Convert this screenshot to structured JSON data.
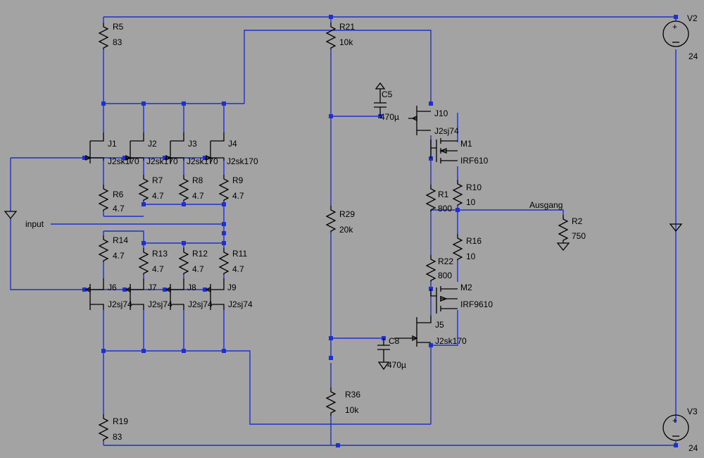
{
  "colors": {
    "background": "#a3a3a3",
    "wire": "#1f2fd0",
    "component": "#000000"
  },
  "components": [
    {
      "id": "R5",
      "type": "resistor",
      "name": "R5",
      "value": "83"
    },
    {
      "id": "R19",
      "type": "resistor",
      "name": "R19",
      "value": "83"
    },
    {
      "id": "R6",
      "type": "resistor",
      "name": "R6",
      "value": "4.7"
    },
    {
      "id": "R7",
      "type": "resistor",
      "name": "R7",
      "value": "4.7"
    },
    {
      "id": "R8",
      "type": "resistor",
      "name": "R8",
      "value": "4.7"
    },
    {
      "id": "R9",
      "type": "resistor",
      "name": "R9",
      "value": "4.7"
    },
    {
      "id": "R14",
      "type": "resistor",
      "name": "R14",
      "value": "4.7"
    },
    {
      "id": "R13",
      "type": "resistor",
      "name": "R13",
      "value": "4.7"
    },
    {
      "id": "R12",
      "type": "resistor",
      "name": "R12",
      "value": "4.7"
    },
    {
      "id": "R11",
      "type": "resistor",
      "name": "R11",
      "value": "4.7"
    },
    {
      "id": "R21",
      "type": "resistor",
      "name": "R21",
      "value": "10k"
    },
    {
      "id": "R29",
      "type": "resistor",
      "name": "R29",
      "value": "20k"
    },
    {
      "id": "R36",
      "type": "resistor",
      "name": "R36",
      "value": "10k"
    },
    {
      "id": "R1",
      "type": "resistor",
      "name": "R1",
      "value": "800"
    },
    {
      "id": "R10",
      "type": "resistor",
      "name": "R10",
      "value": "10"
    },
    {
      "id": "R16",
      "type": "resistor",
      "name": "R16",
      "value": "10"
    },
    {
      "id": "R22",
      "type": "resistor",
      "name": "R22",
      "value": "800"
    },
    {
      "id": "R2",
      "type": "resistor",
      "name": "R2",
      "value": "750"
    },
    {
      "id": "C5",
      "type": "capacitor",
      "name": "C5",
      "value": "470µ"
    },
    {
      "id": "C8",
      "type": "capacitor",
      "name": "C8",
      "value": "470µ"
    },
    {
      "id": "J1",
      "type": "jfet-n",
      "name": "J1",
      "value": "J2sk170"
    },
    {
      "id": "J2",
      "type": "jfet-n",
      "name": "J2",
      "value": "J2sk170"
    },
    {
      "id": "J3",
      "type": "jfet-n",
      "name": "J3",
      "value": "J2sk170"
    },
    {
      "id": "J4",
      "type": "jfet-n",
      "name": "J4",
      "value": "J2sk170"
    },
    {
      "id": "J6",
      "type": "jfet-p",
      "name": "J6",
      "value": "J2sj74"
    },
    {
      "id": "J7",
      "type": "jfet-p",
      "name": "J7",
      "value": "J2sj74"
    },
    {
      "id": "J8",
      "type": "jfet-p",
      "name": "J8",
      "value": "J2sj74"
    },
    {
      "id": "J9",
      "type": "jfet-p",
      "name": "J9",
      "value": "J2sj74"
    },
    {
      "id": "J10",
      "type": "jfet-p",
      "name": "J10",
      "value": "J2sj74"
    },
    {
      "id": "J5",
      "type": "jfet-n",
      "name": "J5",
      "value": "J2sk170"
    },
    {
      "id": "M1",
      "type": "mosfet-n",
      "name": "M1",
      "value": "IRF610"
    },
    {
      "id": "M2",
      "type": "mosfet-p",
      "name": "M2",
      "value": "IRF9610"
    },
    {
      "id": "V2",
      "type": "voltage-source",
      "name": "V2",
      "value": "24"
    },
    {
      "id": "V3",
      "type": "voltage-source",
      "name": "V3",
      "value": "24"
    }
  ],
  "net_labels": {
    "input": "input",
    "output": "Ausgang"
  }
}
